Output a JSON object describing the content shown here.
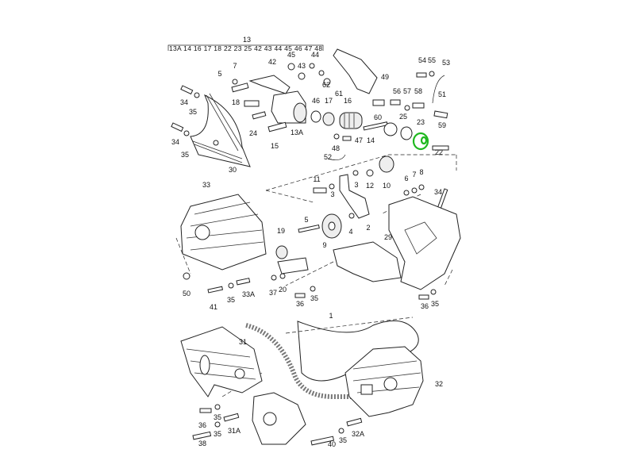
{
  "diagram": {
    "group_label": "13",
    "group_members": "13A 14 16 17 18 22 23 25 42 43 44 45 46 47 48",
    "highlighted_part": "23",
    "highlight_color": "#1fb81f",
    "labels": [
      "45",
      "44",
      "42",
      "43",
      "5",
      "7",
      "62",
      "61",
      "49",
      "54",
      "55",
      "53",
      "51",
      "56",
      "57",
      "58",
      "34",
      "35",
      "18",
      "46",
      "17",
      "16",
      "60",
      "25",
      "23",
      "59",
      "24",
      "13A",
      "15",
      "34",
      "35",
      "14",
      "47",
      "48",
      "22",
      "52",
      "30",
      "11",
      "3",
      "3",
      "12",
      "10",
      "6",
      "7",
      "8",
      "33",
      "34",
      "5",
      "4",
      "2",
      "19",
      "9",
      "29",
      "50",
      "37",
      "20",
      "33A",
      "35",
      "41",
      "35",
      "36",
      "36",
      "35",
      "1",
      "31",
      "32",
      "35",
      "36",
      "31A",
      "35",
      "38",
      "40",
      "35",
      "32A"
    ]
  }
}
